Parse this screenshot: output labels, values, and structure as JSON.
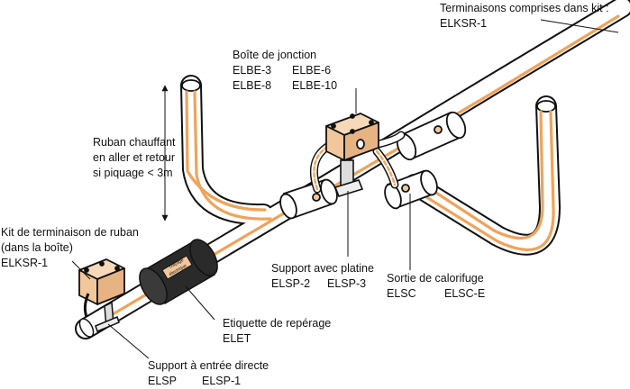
{
  "labels": {
    "terminations_kit": {
      "title": "Terminaisons comprises dans kit :",
      "codes": [
        "ELKSR-1"
      ]
    },
    "junction_box": {
      "title": "Boîte de jonction",
      "codes": [
        "ELBE-3",
        "ELBE-6",
        "ELBE-8",
        "ELBE-10"
      ]
    },
    "heating_tape": {
      "lines": [
        "Ruban chauffant",
        "en aller et retour",
        "si piquage < 3m"
      ]
    },
    "tape_termination_kit": {
      "lines": [
        "Kit de terminaison de ruban",
        "(dans la boîte)"
      ],
      "codes": [
        "ELKSR-1"
      ]
    },
    "support_with_plate": {
      "title": "Support avec platine",
      "codes": [
        "ELSP-2",
        "ELSP-3"
      ]
    },
    "insulation_exit": {
      "title": "Sortie de calorifuge",
      "codes": [
        "ELSC",
        "ELSC-E"
      ]
    },
    "marking_label": {
      "title": "Etiquette de repérage",
      "codes": [
        "ELET"
      ]
    },
    "direct_entry_support": {
      "title": "Support à entrée directe",
      "codes": [
        "ELSP",
        "ELSP-1"
      ]
    }
  },
  "tag_text": [
    "Traçage",
    "électrique"
  ],
  "colors": {
    "tape": "#f0a35a",
    "box": "#f2c79b",
    "pipe_fill": "#ffffff",
    "outline": "#111111",
    "sleeve": "#2a2a2a"
  }
}
